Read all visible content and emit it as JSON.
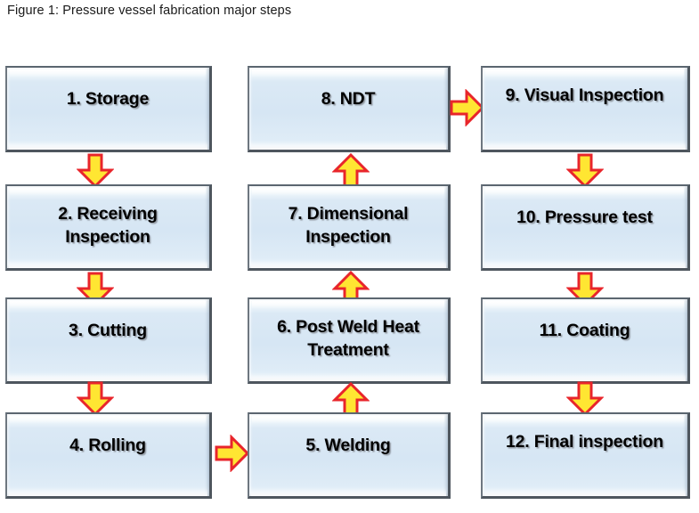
{
  "figure": {
    "caption": "Figure 1: Pressure vessel fabrication major steps"
  },
  "colors": {
    "box_fill": "#d6e6f4",
    "box_highlight": "#ffffff",
    "box_border": "#4e565e",
    "arrow_fill": "#ffe632",
    "arrow_stroke": "#e8252b",
    "text": "#000000",
    "background": "#ffffff"
  },
  "diagram": {
    "type": "flowchart",
    "title": "Pressure vessel fabrication major steps",
    "step_count": 12,
    "columns": 3,
    "rows": 4,
    "steps": [
      {
        "id": 1,
        "label": "1. Storage",
        "column": 1,
        "row": 1,
        "lines": 1
      },
      {
        "id": 2,
        "label": "2. Receiving Inspection",
        "column": 1,
        "row": 2,
        "lines": 2
      },
      {
        "id": 3,
        "label": "3. Cutting",
        "column": 1,
        "row": 3,
        "lines": 1
      },
      {
        "id": 4,
        "label": "4. Rolling",
        "column": 1,
        "row": 4,
        "lines": 1
      },
      {
        "id": 5,
        "label": "5. Welding",
        "column": 2,
        "row": 4,
        "lines": 1
      },
      {
        "id": 6,
        "label": "6. Post Weld Heat Treatment",
        "column": 2,
        "row": 3,
        "lines": 2
      },
      {
        "id": 7,
        "label": "7. Dimensional Inspection",
        "column": 2,
        "row": 2,
        "lines": 2
      },
      {
        "id": 8,
        "label": "8. NDT",
        "column": 2,
        "row": 1,
        "lines": 1
      },
      {
        "id": 9,
        "label": "9. Visual Inspection",
        "column": 3,
        "row": 1,
        "lines": 2
      },
      {
        "id": 10,
        "label": "10. Pressure test",
        "column": 3,
        "row": 2,
        "lines": 1
      },
      {
        "id": 11,
        "label": "11. Coating",
        "column": 3,
        "row": 3,
        "lines": 1
      },
      {
        "id": 12,
        "label": "12. Final inspection",
        "column": 3,
        "row": 4,
        "lines": 2
      }
    ],
    "connectors": [
      {
        "from": 1,
        "to": 2,
        "direction": "down"
      },
      {
        "from": 2,
        "to": 3,
        "direction": "down"
      },
      {
        "from": 3,
        "to": 4,
        "direction": "down"
      },
      {
        "from": 4,
        "to": 5,
        "direction": "right"
      },
      {
        "from": 5,
        "to": 6,
        "direction": "up"
      },
      {
        "from": 6,
        "to": 7,
        "direction": "up"
      },
      {
        "from": 7,
        "to": 8,
        "direction": "up"
      },
      {
        "from": 8,
        "to": 9,
        "direction": "right"
      },
      {
        "from": 9,
        "to": 10,
        "direction": "down"
      },
      {
        "from": 10,
        "to": 11,
        "direction": "down"
      },
      {
        "from": 11,
        "to": 12,
        "direction": "down"
      }
    ]
  }
}
